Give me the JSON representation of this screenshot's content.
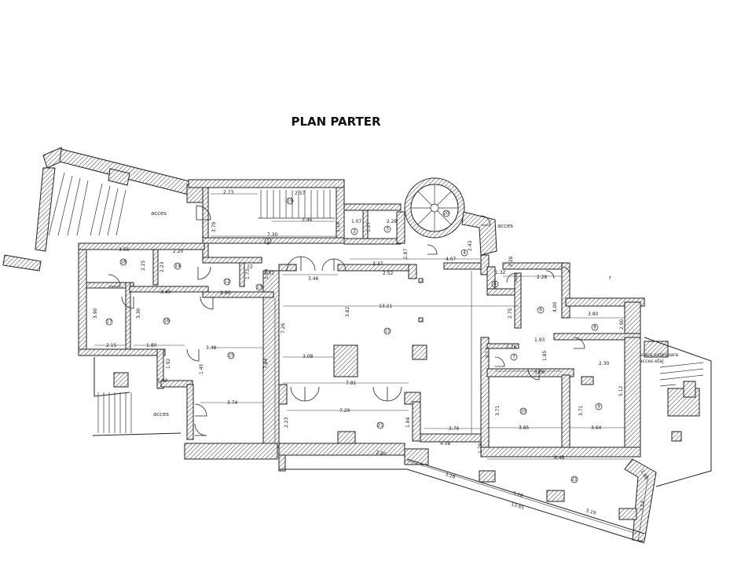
{
  "title": "PLAN PARTER",
  "access_label": "acces",
  "stair_note": [
    "scara exterioara",
    "acces etaj"
  ],
  "corner_mark": "r",
  "rooms": [
    "1",
    "2",
    "3",
    "4",
    "5",
    "6",
    "7",
    "8",
    "9",
    "10",
    "11",
    "12",
    "13",
    "14",
    "15",
    "16",
    "17",
    "18",
    "19",
    "20",
    "21",
    "22",
    "21"
  ],
  "dimensions": [
    "2.73",
    "2.57",
    "3.46",
    "3.79",
    "7.30",
    "1.18",
    "1.07",
    "2.28",
    "1.27",
    "2.43",
    "1.87",
    "4.07",
    "3.37",
    "2.52",
    "1.32",
    "2.28",
    "3.56",
    "2.25",
    "2.20",
    "2.23",
    "3.46",
    "3.49",
    "2.60",
    "1.73",
    "1.61",
    "1.39",
    "13.21",
    "3.80",
    "2.90",
    "3.82",
    "2.75",
    "3.90",
    "3.30",
    "2.15",
    "1.80",
    "3.48",
    "1.45",
    "1.92",
    "1.92",
    "7.84",
    "7.26",
    "3.08",
    "1.76",
    "1.93",
    "1.85",
    "2.30",
    "5.06",
    "9.13",
    "5.12",
    "7.81",
    "3.74",
    "7.29",
    "2.23",
    "1.84",
    "3.76",
    "4.08",
    "3.71",
    "3.85",
    "3.71",
    "3.64",
    "1.79",
    "8.48",
    "2.86",
    "3.16",
    "1.86",
    "3.18",
    "13.65",
    "3.19",
    "3.54",
    "4.00",
    "2.28"
  ]
}
